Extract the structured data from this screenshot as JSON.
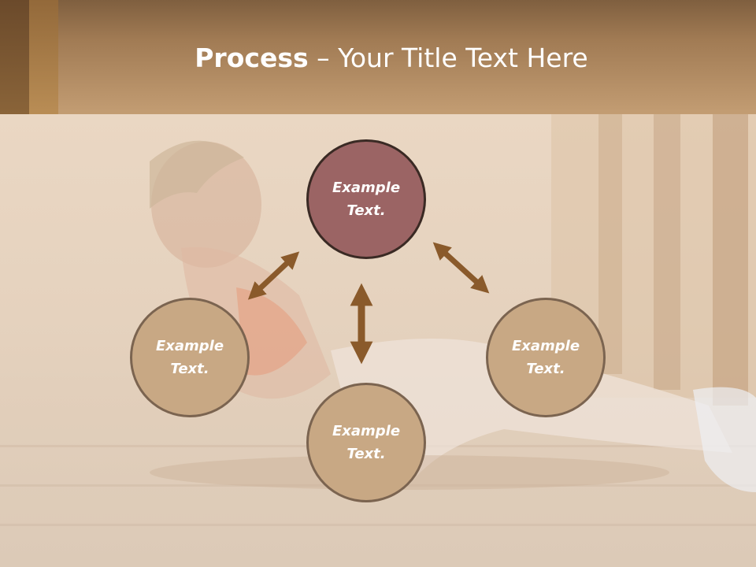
{
  "slide": {
    "title_bold": "Process",
    "title_rest": " – Your Title Text Here"
  },
  "diagram": {
    "top": "Example Text.",
    "left": "Example Text.",
    "right": "Example Text.",
    "bottom": "Example Text."
  },
  "colors": {
    "header": "#a17b54",
    "circle_fill": "#c8a884",
    "circle_accent": "#9b6464",
    "arrow": "#8a5a2b"
  }
}
